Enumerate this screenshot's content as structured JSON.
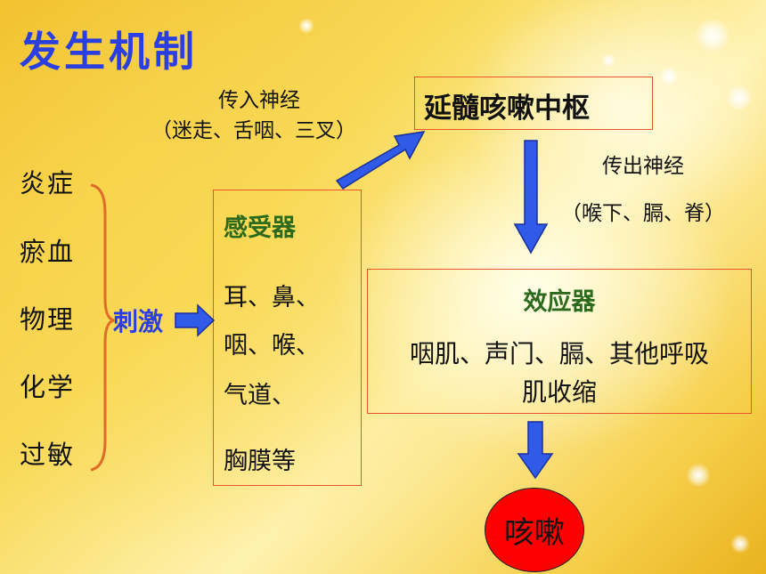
{
  "title": "发生机制",
  "causes": [
    "炎症",
    "瘀血",
    "物理",
    "化学",
    "过敏"
  ],
  "stimulus": "刺激",
  "afferent": {
    "label": "传入神经",
    "detail": "（迷走、舌咽、三叉）"
  },
  "center": "延髓咳嗽中枢",
  "efferent": {
    "label": "传出神经",
    "detail": "（喉下、膈、脊）"
  },
  "receptor": {
    "title": "感受器",
    "lines": [
      "耳、鼻、",
      "咽、喉、",
      "气道、",
      "胸膜等"
    ]
  },
  "effector": {
    "title": "效应器",
    "line1": "咽肌、声门、膈、其他呼吸",
    "line2": "肌收缩"
  },
  "result": "咳嗽",
  "colors": {
    "title": "#2b3fe0",
    "arrow": "#2f5be8",
    "brace": "#e06a2a",
    "box_border": "#e8552a",
    "result_fill": "#ff0000",
    "heading": "#2b6a1c"
  }
}
